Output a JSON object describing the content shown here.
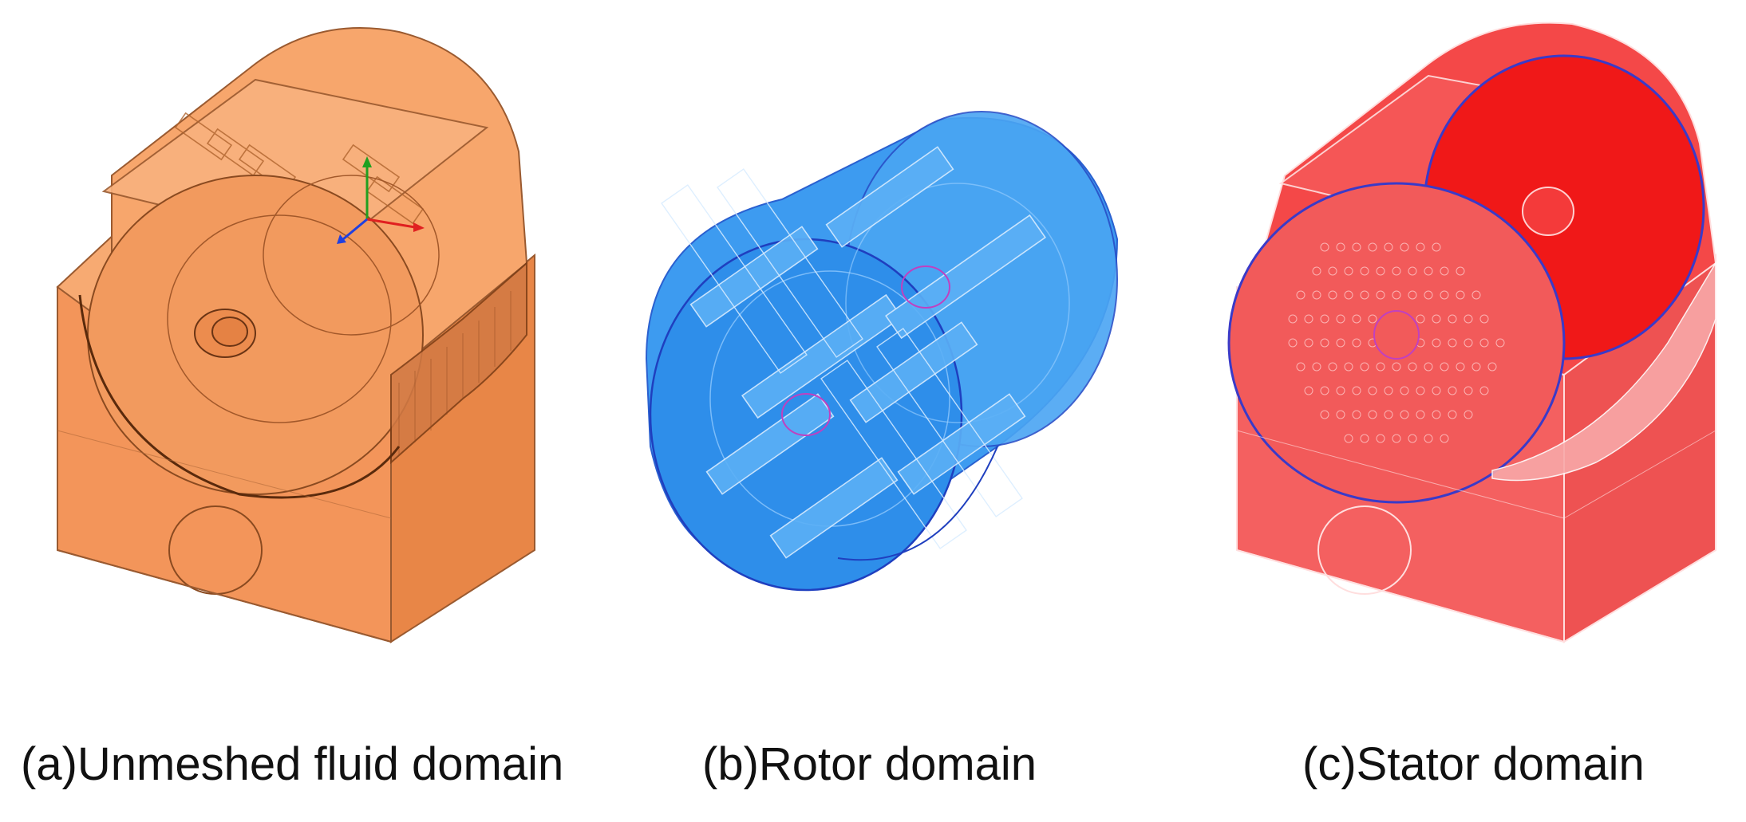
{
  "panels": [
    {
      "id": "a",
      "caption": "(a)Unmeshed fluid domain",
      "fill_color": "#f5a064",
      "edge_color": "#8a4a20"
    },
    {
      "id": "b",
      "caption": "(b)Rotor domain",
      "fill_color": "#3d9bf0",
      "edge_color": "#1f3fbf"
    },
    {
      "id": "c",
      "caption": "(c)Stator domain",
      "fill_color": "#f0302e",
      "edge_color": "#ffffff"
    }
  ],
  "axes_triad": {
    "colors": {
      "x": "#e02020",
      "y": "#20a020",
      "z": "#2040e0"
    }
  }
}
